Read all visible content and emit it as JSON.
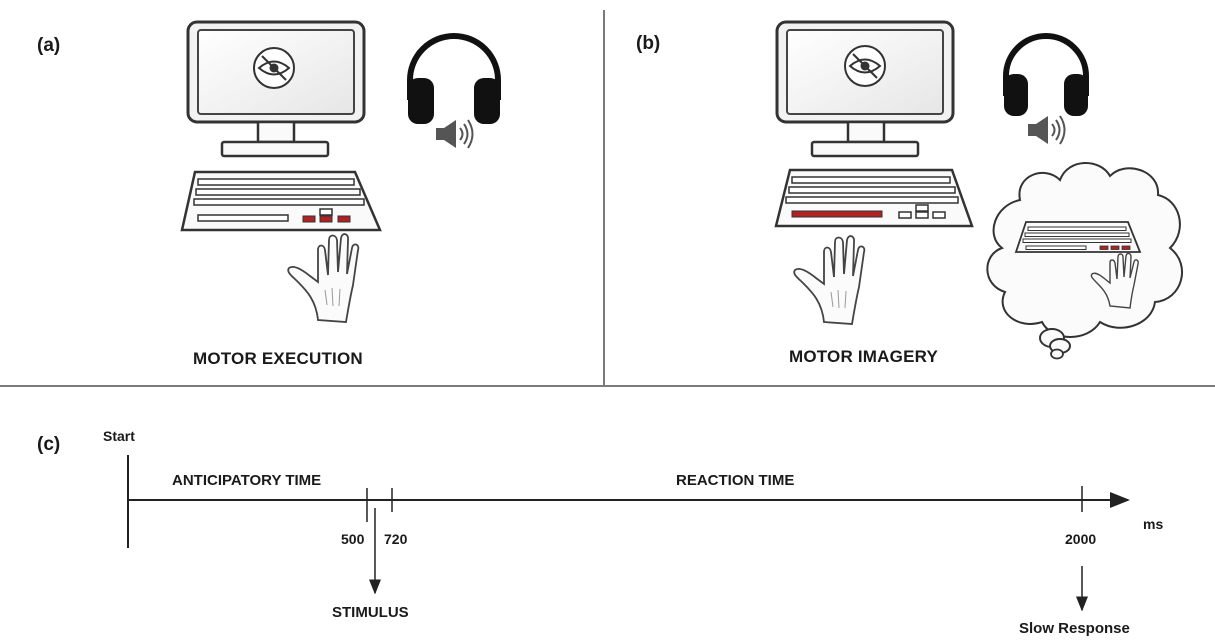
{
  "panels": {
    "a": {
      "label": "(a)",
      "caption": "MOTOR EXECUTION"
    },
    "b": {
      "label": "(b)",
      "caption": "MOTOR IMAGERY"
    },
    "c": {
      "label": "(c)"
    }
  },
  "timeline": {
    "start_label": "Start",
    "unit": "ms",
    "phases": [
      "ANTICIPATORY TIME",
      "REACTION TIME"
    ],
    "ticks": [
      "500",
      "720",
      "2000"
    ],
    "events": {
      "stimulus": "STIMULUS",
      "slow_response": "Slow Response"
    }
  },
  "icons": [
    "monitor-icon",
    "eye-slash-icon",
    "headphones-icon",
    "speaker-icon",
    "keyboard-icon",
    "hand-icon",
    "thought-cloud-icon"
  ],
  "colors": {
    "highlight_key": "#b22222",
    "line": "#222222",
    "divider": "#7a7a7a"
  }
}
